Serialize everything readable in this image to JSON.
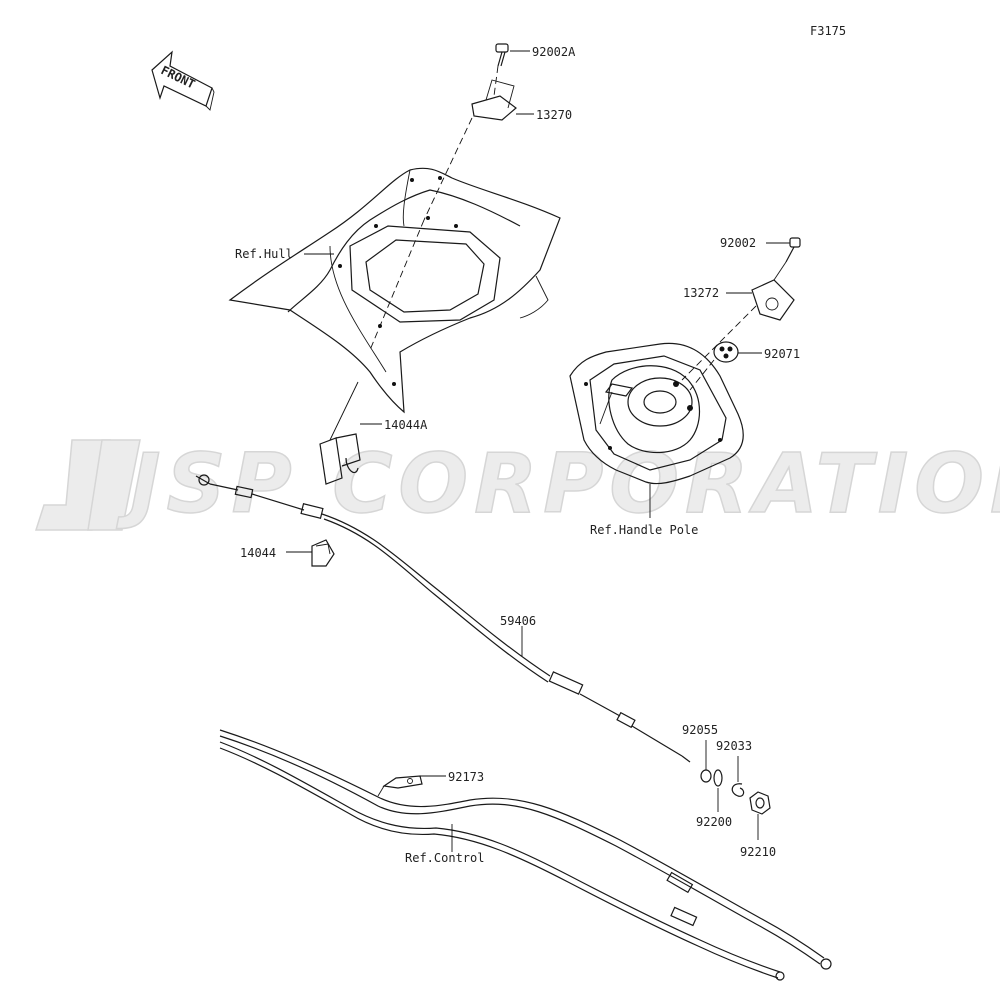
{
  "figure_code": "F3175",
  "front_arrow_label": "FRONT",
  "watermark_text": "JSP CORPORATION",
  "callouts": {
    "p92002A": "92002A",
    "p13270": "13270",
    "ref_hull": "Ref.Hull",
    "p92002": "92002",
    "p13272": "13272",
    "p92071": "92071",
    "p14044A": "14044A",
    "ref_handle_pole": "Ref.Handle Pole",
    "p14044": "14044",
    "p59406": "59406",
    "p92055": "92055",
    "p92033": "92033",
    "p92173": "92173",
    "p92200": "92200",
    "p92210": "92210",
    "ref_control": "Ref.Control"
  }
}
